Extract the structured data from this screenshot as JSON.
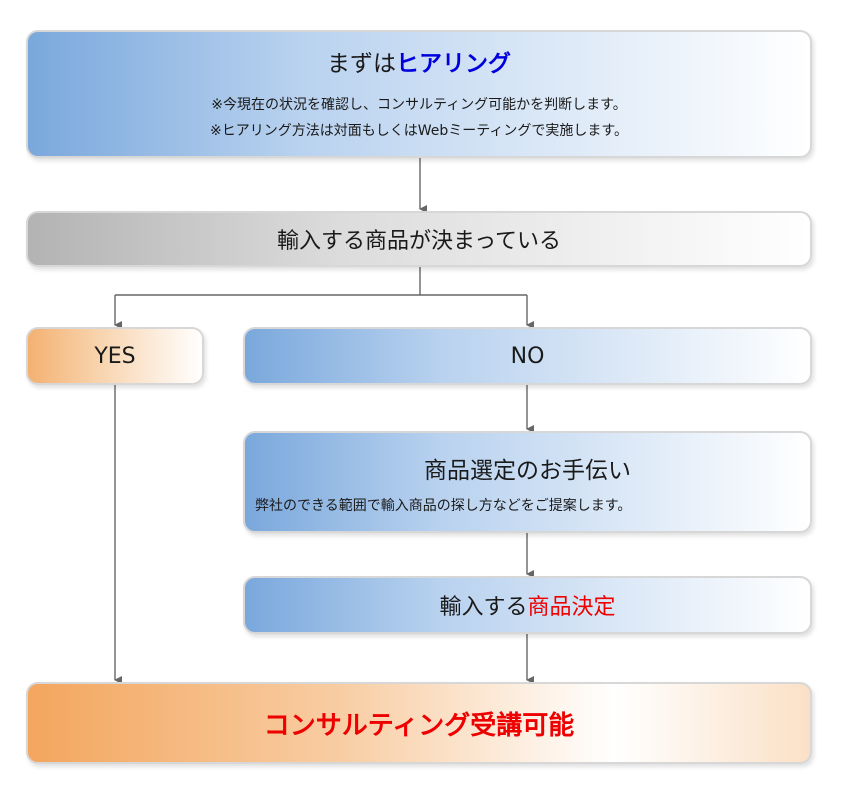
{
  "hearing": {
    "title_prefix": "まずは",
    "title_highlight": "ヒアリング",
    "note_line1": "※今現在の状況を確認し、コンサルティング可能かを判断します。",
    "note_line2": "※ヒアリング方法は対面もしくはWebミーティングで実施します。"
  },
  "decided_question": "輸入する商品が決まっている",
  "yes_label": "YES",
  "no_label": "NO",
  "selection": {
    "title": "商品選定のお手伝い",
    "note": "弊社のできる範囲で輸入商品の探し方などをご提案します。"
  },
  "decision": {
    "prefix": "輸入する",
    "highlight": "商品決定"
  },
  "consulting_label": "コンサルティング受講可能",
  "colors": {
    "blue_gradient": "#7aa8dc",
    "gray_gradient": "#b3b3b3",
    "orange_gradient": "#f3b171",
    "highlight_blue": "#0000dd",
    "highlight_red": "#ee0000",
    "connector": "#666666"
  }
}
